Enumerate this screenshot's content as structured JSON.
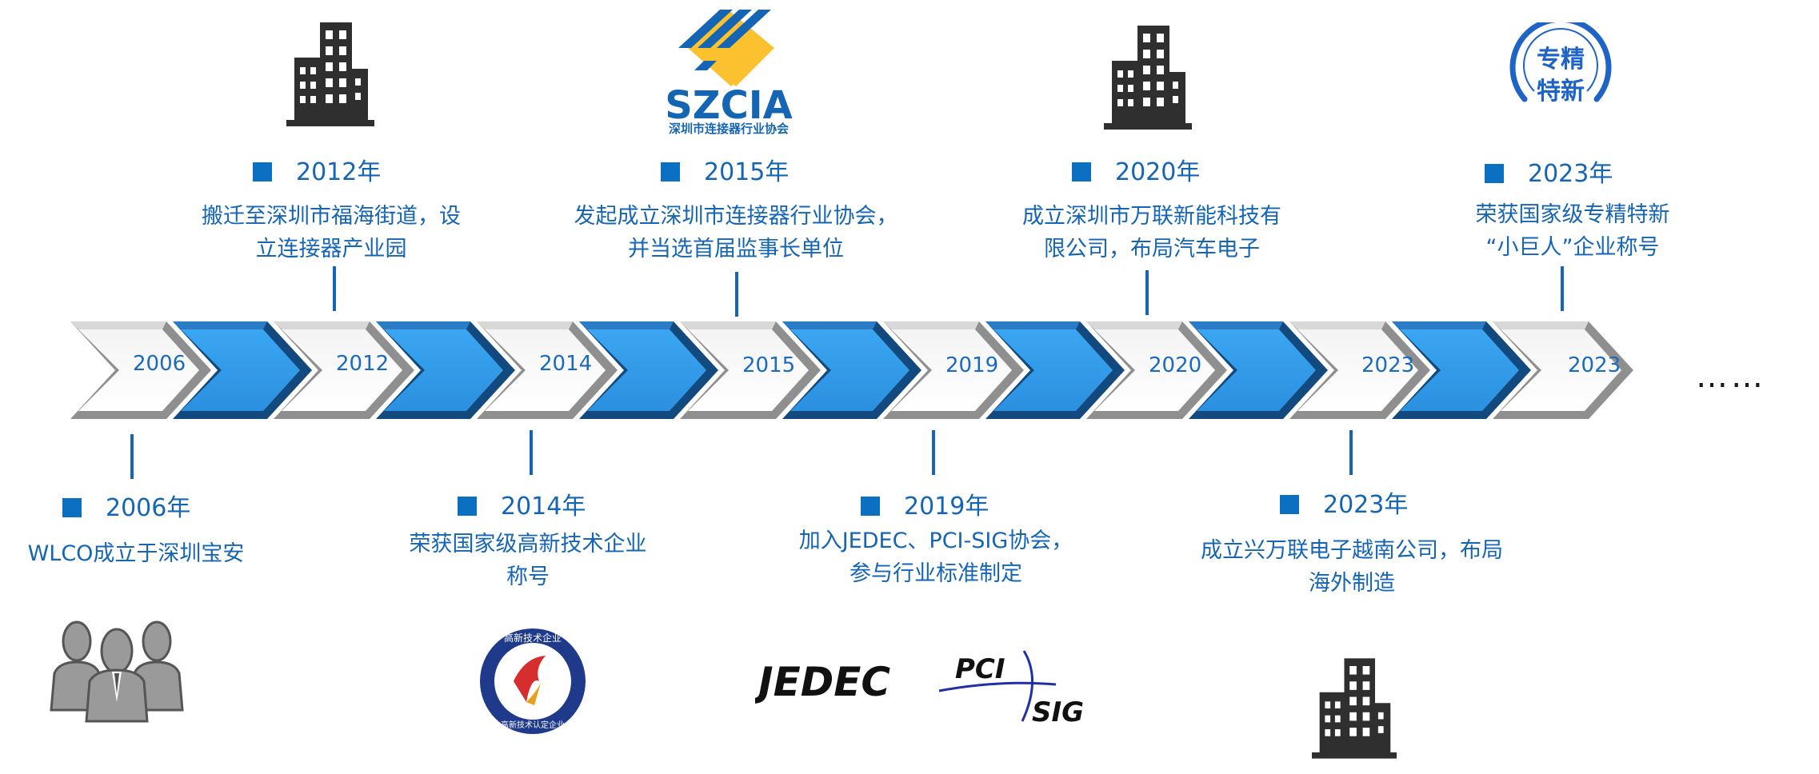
{
  "timeline": {
    "chevrons": [
      "2006",
      "2012",
      "2014",
      "2015",
      "2019",
      "2020",
      "2023",
      "2023"
    ],
    "ellipsis": "……"
  },
  "events": [
    {
      "year": "2006年",
      "lines": [
        "WLCO成立于深圳宝安"
      ]
    },
    {
      "year": "2012年",
      "lines": [
        "搬迁至深圳市福海街道，设",
        "立连接器产业园"
      ]
    },
    {
      "year": "2014年",
      "lines": [
        "荣获国家级高新技术企业",
        "称号"
      ]
    },
    {
      "year": "2015年",
      "lines": [
        "发起成立深圳市连接器行业协会，",
        "并当选首届监事长单位"
      ]
    },
    {
      "year": "2019年",
      "lines": [
        "加入JEDEC、PCI-SIG协会，",
        "参与行业标准制定"
      ]
    },
    {
      "year": "2020年",
      "lines": [
        "成立深圳市万联新能科技有",
        "限公司，布局汽车电子"
      ]
    },
    {
      "year": "2023年",
      "lines": [
        "成立兴万联电子越南公司，布局",
        "海外制造"
      ]
    },
    {
      "year": "2023年",
      "lines": [
        "荣获国家级专精特新",
        "“小巨人”企业称号"
      ]
    }
  ],
  "logos": {
    "szcia_text": "SZCIA",
    "szcia_sub": "深圳市连接器行业协会",
    "badge_top": "专精",
    "badge_bottom": "特新",
    "gaoxin_top": "高新技术企业",
    "gaoxin_bottom": "高新技术认定企业",
    "jedec": "JEDEC",
    "pci": "PCI",
    "sig": "SIG"
  },
  "colors": {
    "blue_text": "#1565b5",
    "chevron_blue": "#2f9be8",
    "chevron_dark": "#12497e"
  }
}
